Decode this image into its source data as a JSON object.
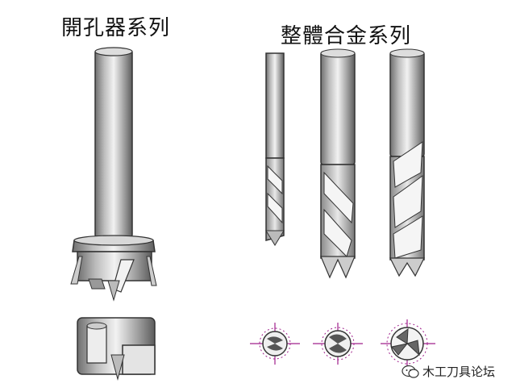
{
  "titles": {
    "left": "開孔器系列",
    "right": "整體合金系列"
  },
  "watermark": {
    "text": "木工刀具论坛",
    "icon": "wechat-icon"
  },
  "colors": {
    "shank_light": "#e6e6e6",
    "shank_dark": "#7a7a7a",
    "outline": "#333333",
    "crosshair": "#a0208c"
  }
}
